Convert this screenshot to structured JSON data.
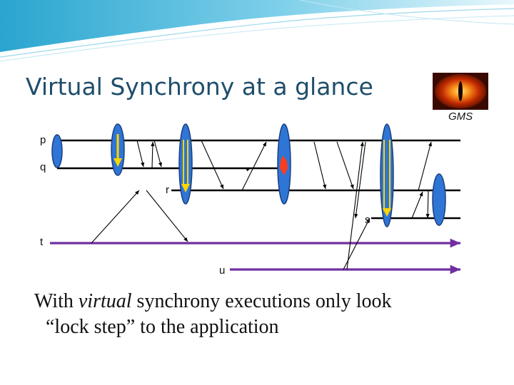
{
  "slide": {
    "title": "Virtual Synchrony at a glance",
    "logo": {
      "icon": "eye-of-sauron-icon",
      "caption": "GMS"
    }
  },
  "diagram": {
    "process_labels": {
      "p": "p",
      "q": "q",
      "r": "r",
      "s": "s",
      "t": "t",
      "u": "u"
    },
    "colors": {
      "process_line": "#000000",
      "new_process_line": "#7030a0",
      "view_change_oval": "#2f75d6",
      "flush_arrow": "#ffd400",
      "crash_marker": "#ff3b1f"
    }
  },
  "bullet": {
    "mark": "",
    "before": "With ",
    "emphasis": "virtual",
    "after": " synchrony executions only look",
    "continuation": "“lock step” to the application"
  }
}
